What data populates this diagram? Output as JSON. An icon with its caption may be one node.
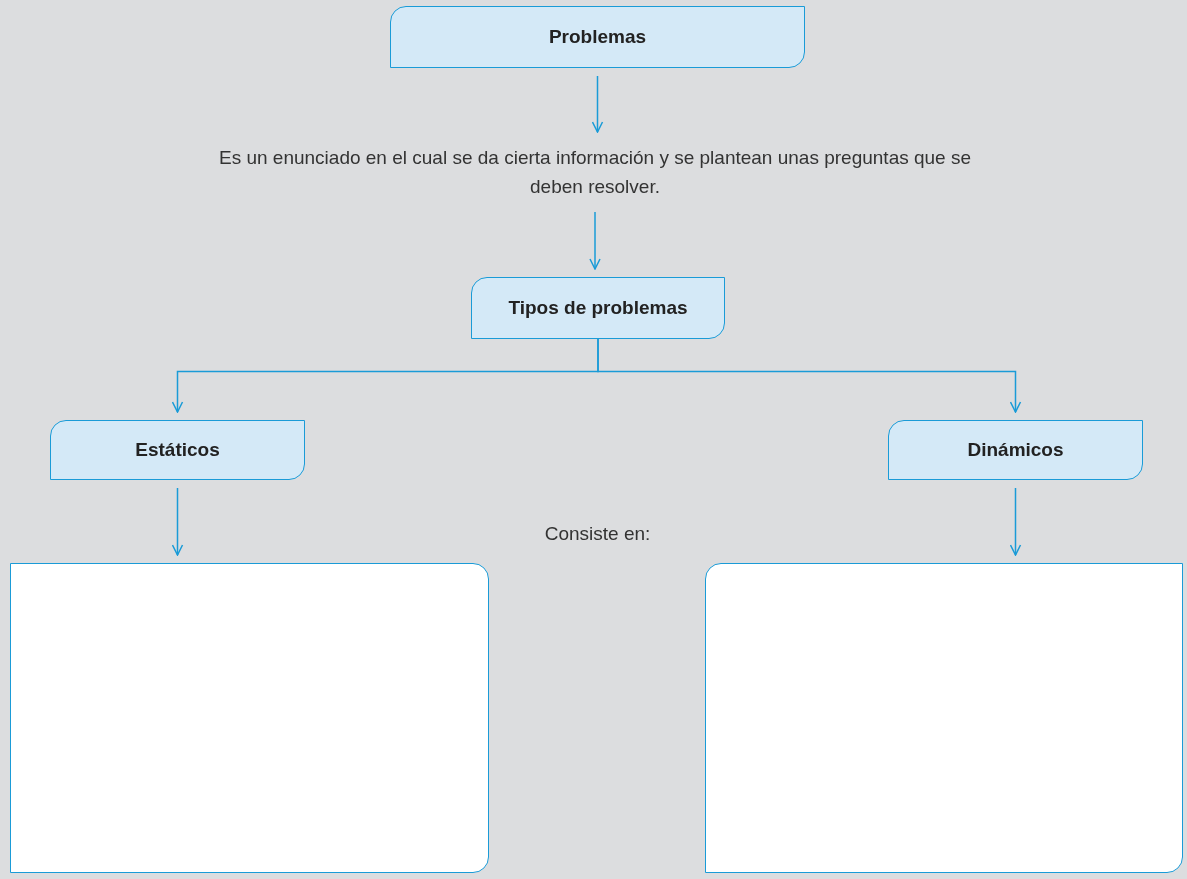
{
  "diagram": {
    "nodes": [
      {
        "text": [
          "Problemas"
        ]
      },
      {
        "text": [
          "Es un enunciado en el cual se da cierta información y se plantean unas preguntas que se deben resolver."
        ]
      },
      {
        "text": [
          "Tipos de problemas"
        ]
      },
      {
        "text": [
          "Estáticos"
        ]
      },
      {
        "text": [
          "Dinámicos"
        ]
      },
      {
        "text": [],
        "shape": "box"
      },
      {
        "text": [],
        "shape": "box"
      }
    ],
    "edges": [
      {
        "from": 0,
        "to": 1,
        "arrow": "to"
      },
      {
        "from": 1,
        "to": 2,
        "arrow": "to"
      },
      {
        "from": 2,
        "to": 3,
        "arrow": "to"
      },
      {
        "from": 2,
        "to": 4,
        "arrow": "to"
      },
      {
        "from": 3,
        "to": 5,
        "arrow": "to"
      },
      {
        "from": 4,
        "to": 6,
        "arrow": "to"
      }
    ],
    "labels": [
      "Consiste en:"
    ]
  }
}
